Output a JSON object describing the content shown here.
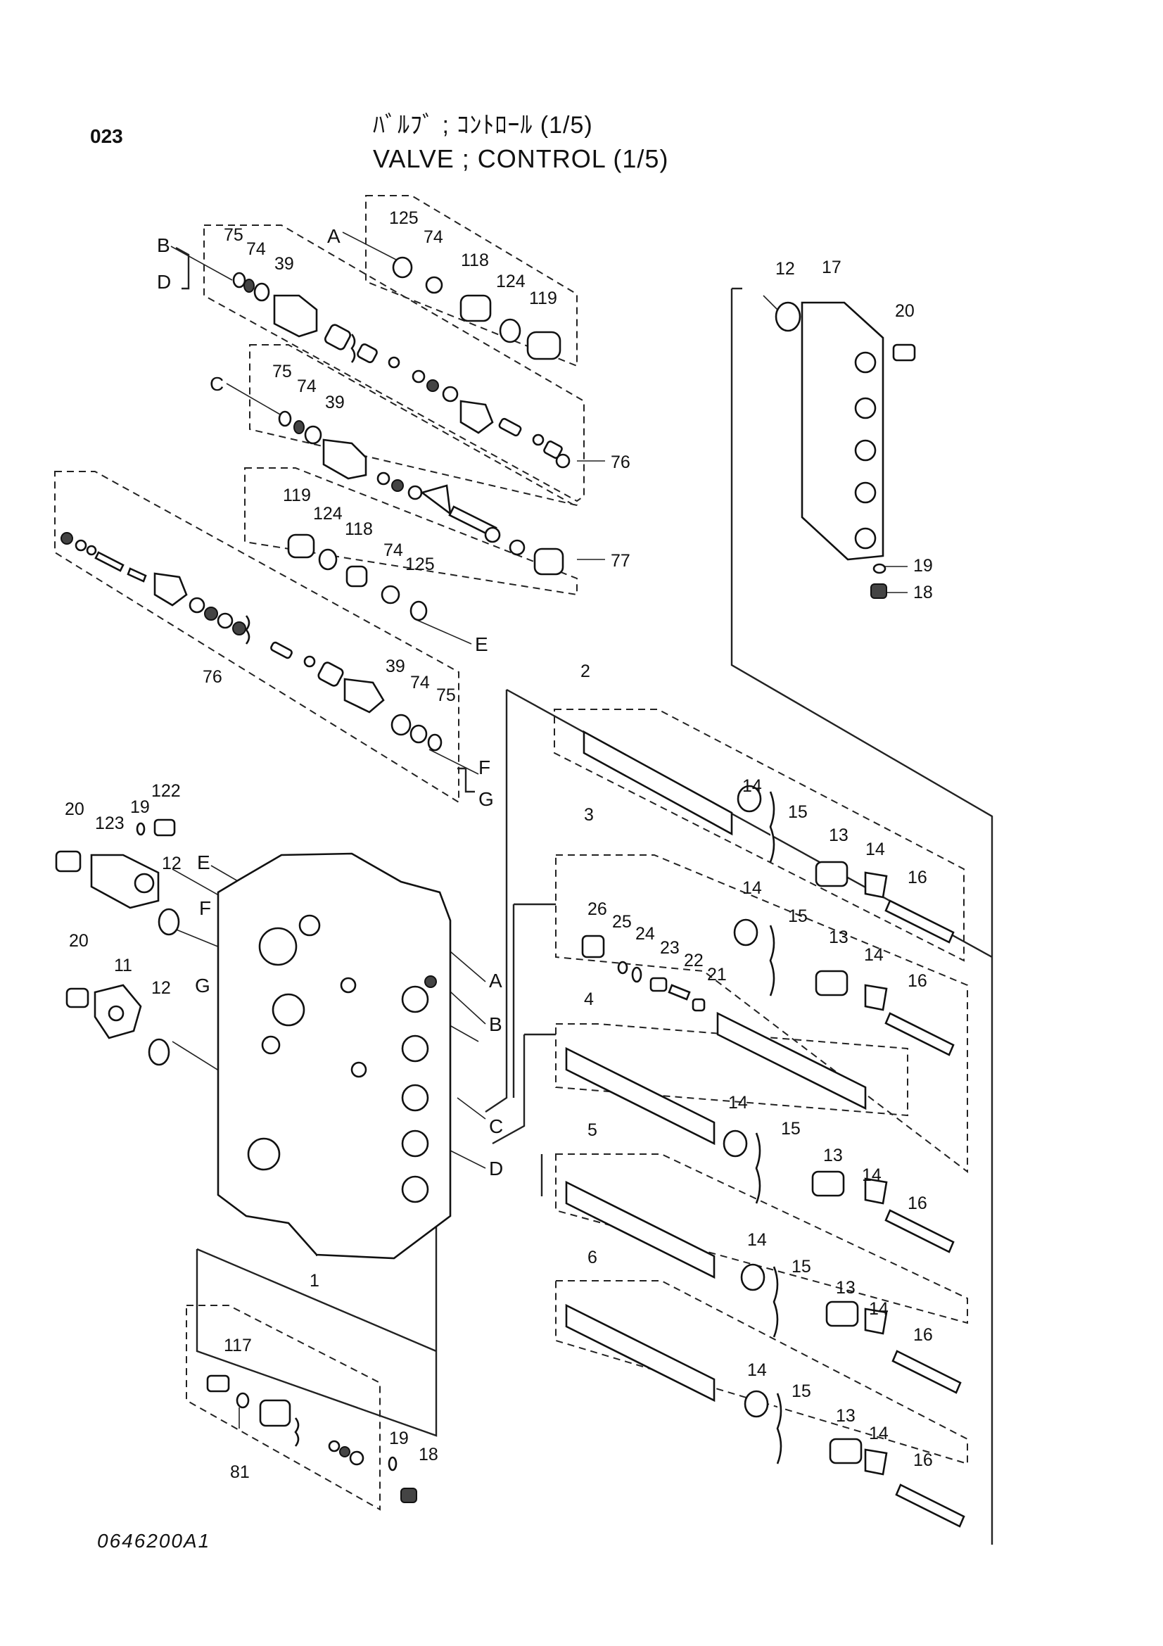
{
  "header": {
    "page_code": "023",
    "title_jp": "ﾊﾞﾙﾌﾞ ; ｺﾝﾄﾛｰﾙ (1/5)",
    "title_en": "VALVE ; CONTROL (1/5)"
  },
  "footer": {
    "drawing_number": "0646200A1"
  },
  "callouts": {
    "c1": "1",
    "c2": "2",
    "c3": "3",
    "c4": "4",
    "c5": "5",
    "c6": "6",
    "c11": "11",
    "c12": "12",
    "c13": "13",
    "c14": "14",
    "c15": "15",
    "c16": "16",
    "c17": "17",
    "c18": "18",
    "c19": "19",
    "c20": "20",
    "c21": "21",
    "c22": "22",
    "c23": "23",
    "c24": "24",
    "c25": "25",
    "c26": "26",
    "c39": "39",
    "c74": "74",
    "c75": "75",
    "c76": "76",
    "c77": "77",
    "c81": "81",
    "c117": "117",
    "c118": "118",
    "c119": "119",
    "c122": "122",
    "c123": "123",
    "c124": "124",
    "c125": "125"
  },
  "ports": {
    "A": "A",
    "B": "B",
    "C": "C",
    "D": "D",
    "E": "E",
    "F": "F",
    "G": "G"
  }
}
